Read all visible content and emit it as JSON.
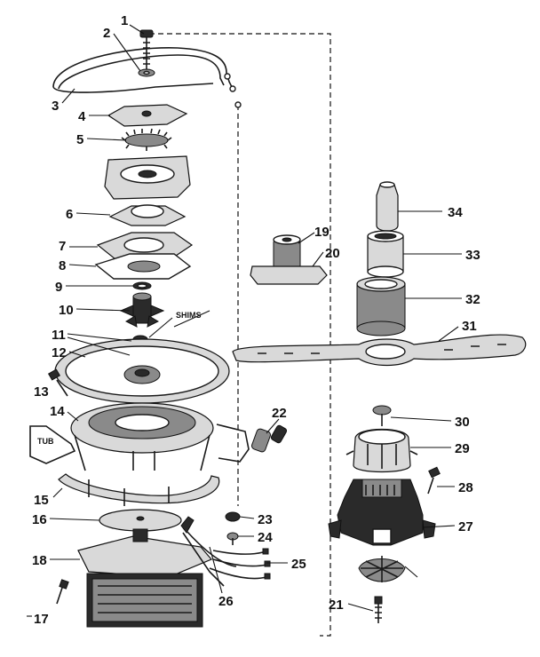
{
  "diagram": {
    "part_labels": [
      "1",
      "2",
      "3",
      "4",
      "5",
      "6",
      "7",
      "8",
      "9",
      "10",
      "11",
      "12",
      "13",
      "14",
      "15",
      "16",
      "17",
      "18",
      "19",
      "20",
      "21",
      "22",
      "23",
      "24",
      "25",
      "26",
      "27",
      "28",
      "29",
      "30",
      "31",
      "32",
      "33",
      "34"
    ],
    "annotations": {
      "shims": "SHIMS",
      "tub": "TUB"
    }
  }
}
